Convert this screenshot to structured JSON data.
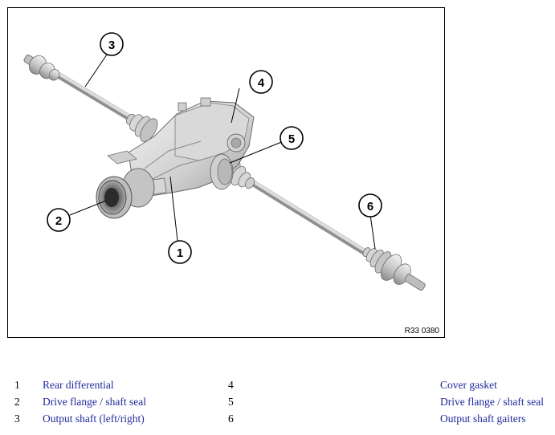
{
  "figure": {
    "reference": "R33 0380",
    "callouts": [
      "1",
      "2",
      "3",
      "4",
      "5",
      "6"
    ]
  },
  "legend": [
    {
      "num": "1",
      "label": "Rear differential"
    },
    {
      "num": "2",
      "label": "Drive flange / shaft seal"
    },
    {
      "num": "3",
      "label": "Output shaft (left/right)"
    },
    {
      "num": "4",
      "label": "Cover gasket"
    },
    {
      "num": "5",
      "label": "Drive flange / shaft seal"
    },
    {
      "num": "6",
      "label": "Output shaft gaiters"
    }
  ],
  "colors": {
    "legend_text": "#1f2a9c",
    "metal_light": "#e6e6e6",
    "metal_dark": "#9a9a9a"
  }
}
